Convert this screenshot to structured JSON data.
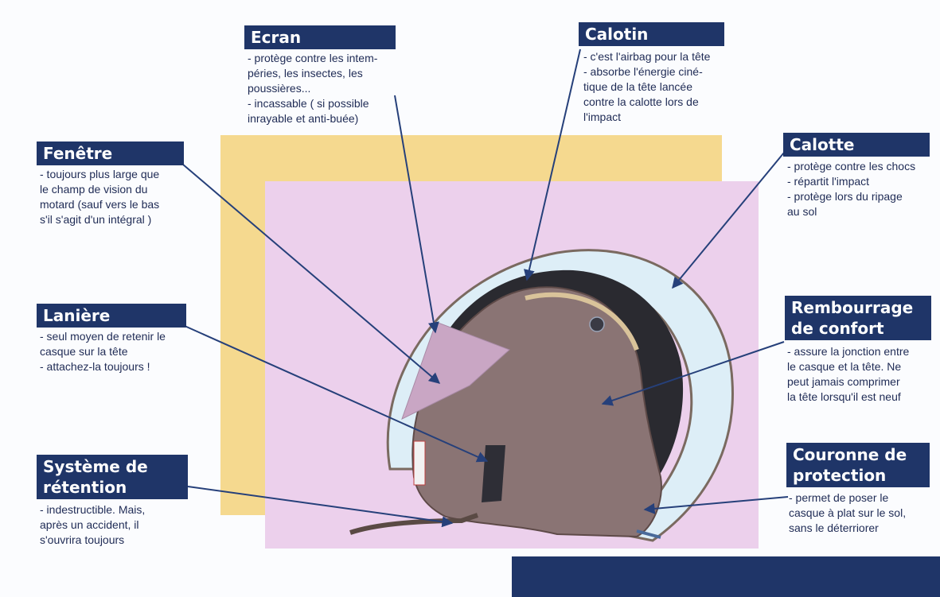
{
  "colors": {
    "label_bg": "#1f3568",
    "label_text": "#ffffff",
    "desc_text": "#1f2b55",
    "orange_panel": "#f5d98f",
    "pink_panel": "#ecd0ec",
    "arrow": "#26407a",
    "helmet_shell": "#ddeef7",
    "helmet_pad": "#8a7474",
    "visor": "#c9a6c4"
  },
  "callouts": {
    "ecran": {
      "title": "Ecran",
      "lines": [
        "- protège contre les intem-",
        "  péries, les insectes, les",
        "  poussières...",
        "- incassable ( si possible",
        "  inrayable et anti-buée)"
      ]
    },
    "calotin": {
      "title": "Calotin",
      "lines": [
        "- c'est l'airbag pour la tête",
        "- absorbe l'énergie ciné-",
        "  tique de la tête lancée",
        "  contre la calotte lors de",
        "  l'impact"
      ]
    },
    "fenetre": {
      "title": "Fenêtre",
      "lines": [
        "- toujours plus large que",
        "  le champ de vision du",
        "  motard (sauf vers le bas",
        "  s'il s'agit d'un intégral )"
      ]
    },
    "calotte": {
      "title": "Calotte",
      "lines": [
        "- protège contre les chocs",
        "- répartit l'impact",
        "- protège lors du ripage",
        "  au sol"
      ]
    },
    "laniere": {
      "title": "Lanière",
      "lines": [
        "- seul moyen de retenir le",
        "  casque sur la tête",
        "- attachez-la toujours !"
      ]
    },
    "rembourrage": {
      "title_line1": "Rembourrage",
      "title_line2": "de confort",
      "lines": [
        "- assure la jonction entre",
        "  le casque et la tête.  Ne",
        "  peut jamais comprimer",
        "  la tête lorsqu'il est neuf"
      ]
    },
    "systeme": {
      "title_line1": "Système de",
      "title_line2": "rétention",
      "lines": [
        "- indestructible.  Mais,",
        "  après un accident, il",
        "  s'ouvrira toujours"
      ]
    },
    "couronne": {
      "title_line1": "Couronne de",
      "title_line2": "protection",
      "lines": [
        "- permet de poser le",
        "  casque à plat sur le sol,",
        "  sans le déterriorer"
      ]
    }
  }
}
